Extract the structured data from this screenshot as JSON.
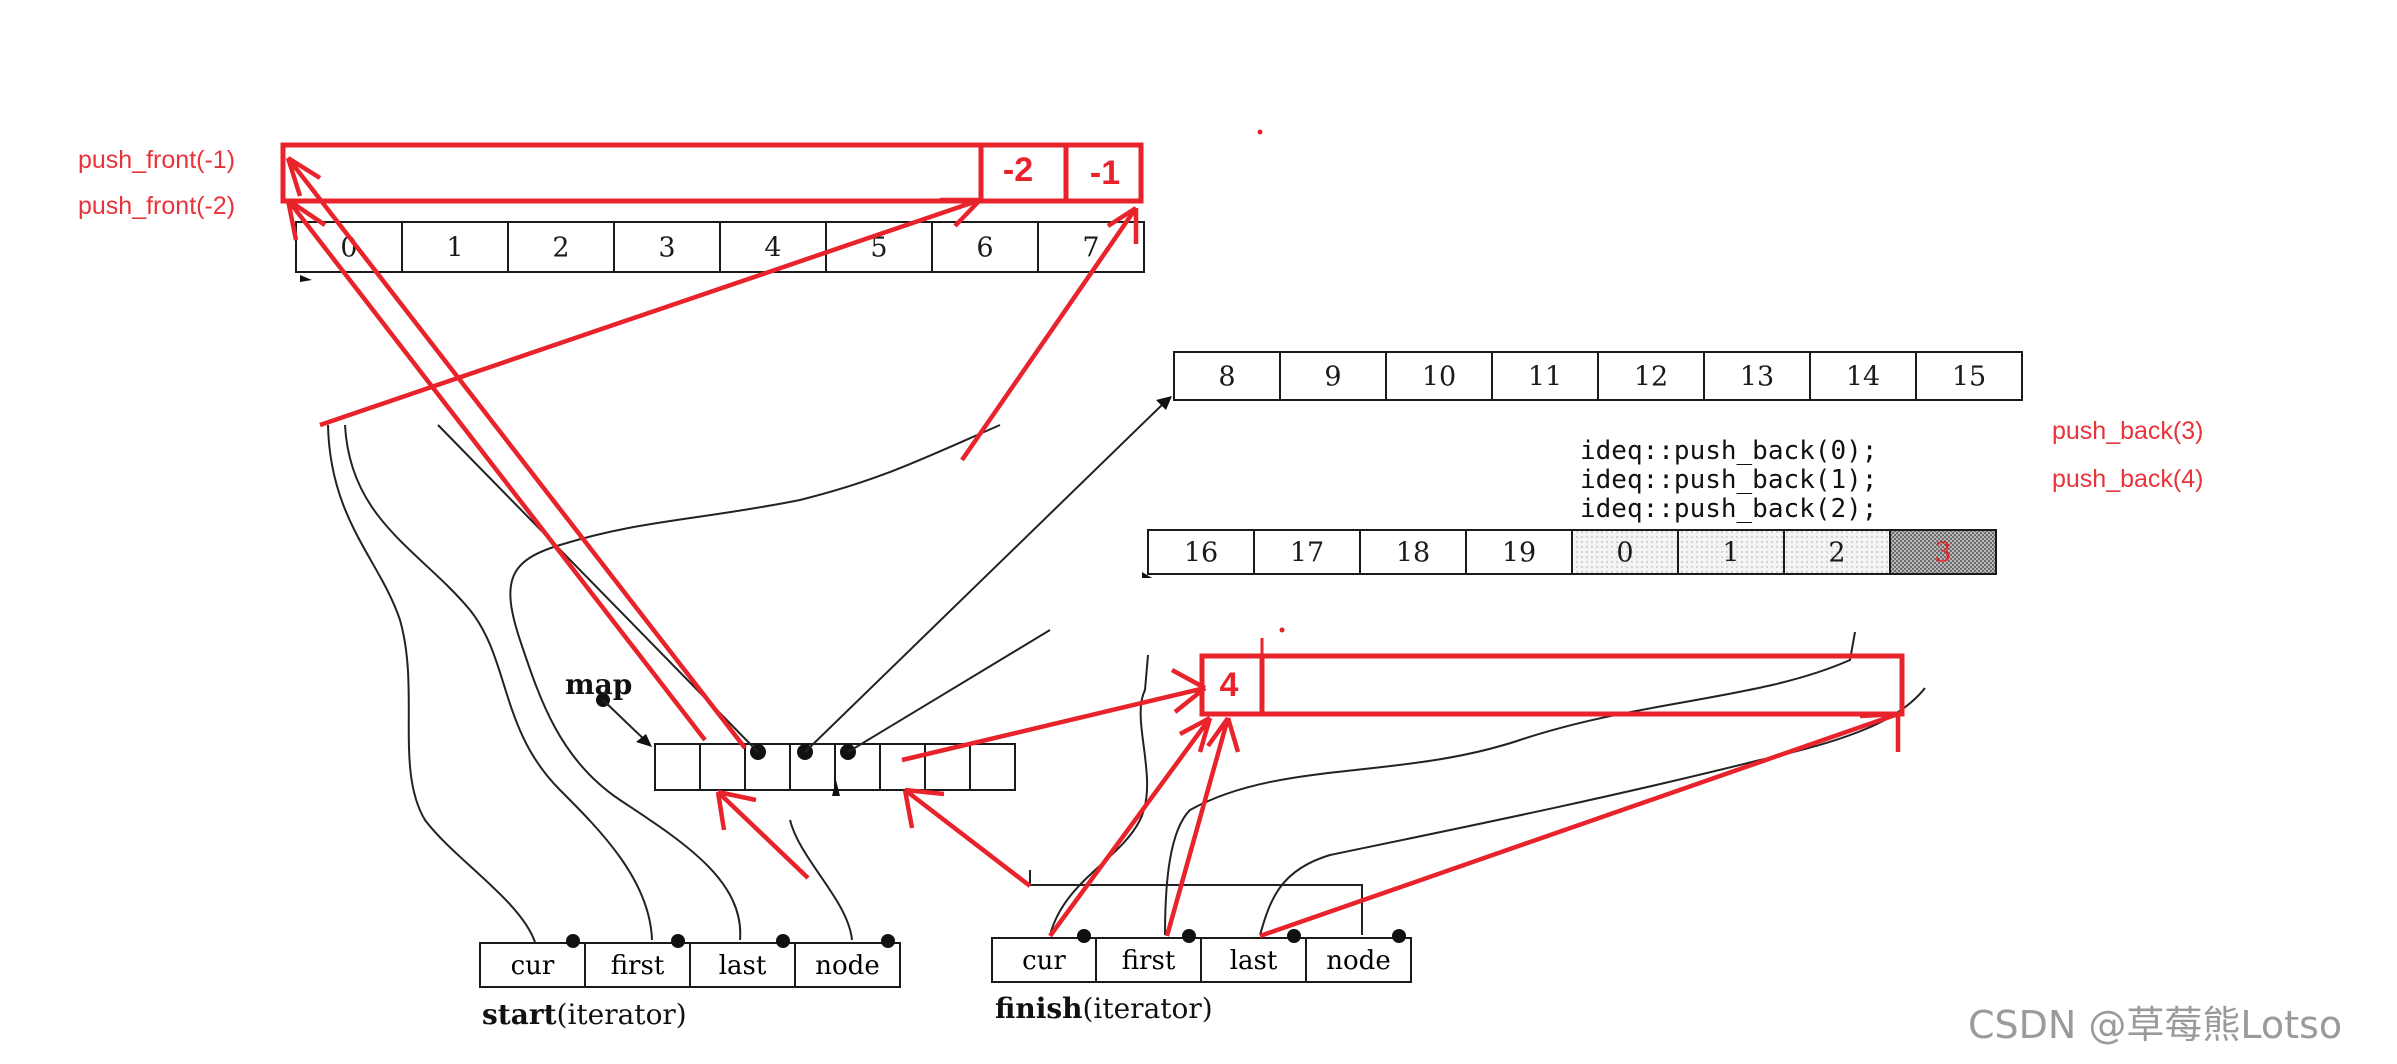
{
  "buffer_top": {
    "cells": [
      "0",
      "1",
      "2",
      "3",
      "4",
      "5",
      "6",
      "7"
    ]
  },
  "buffer_mid": {
    "cells": [
      "8",
      "9",
      "10",
      "11",
      "12",
      "13",
      "14",
      "15"
    ]
  },
  "buffer_bottom": {
    "cells": [
      "16",
      "17",
      "18",
      "19",
      "0",
      "1",
      "2",
      "3"
    ]
  },
  "front_buffer": {
    "cells": [
      "-2",
      "-1"
    ]
  },
  "back_buffer": {
    "cells": [
      "4"
    ]
  },
  "front_labels": [
    "push_front(-1)",
    "push_front(-2)"
  ],
  "back_labels": [
    "push_back(3)",
    "push_back(4)"
  ],
  "code_lines": [
    "ideq::push_back(0);",
    "ideq::push_back(1);",
    "ideq::push_back(2);"
  ],
  "map_label": "map",
  "start_iterator": {
    "fields": [
      "cur",
      "first",
      "last",
      "node"
    ],
    "caption_bold": "start",
    "caption_rest": "(iterator)"
  },
  "finish_iterator": {
    "fields": [
      "cur",
      "first",
      "last",
      "node"
    ],
    "caption_bold": "finish",
    "caption_rest": "(iterator)"
  },
  "watermark": "CSDN @草莓熊Lotso",
  "colors": {
    "annotation_red": "#e8232b",
    "ink": "#1a1a1a",
    "shaded_cell": "#9a9a9a"
  }
}
